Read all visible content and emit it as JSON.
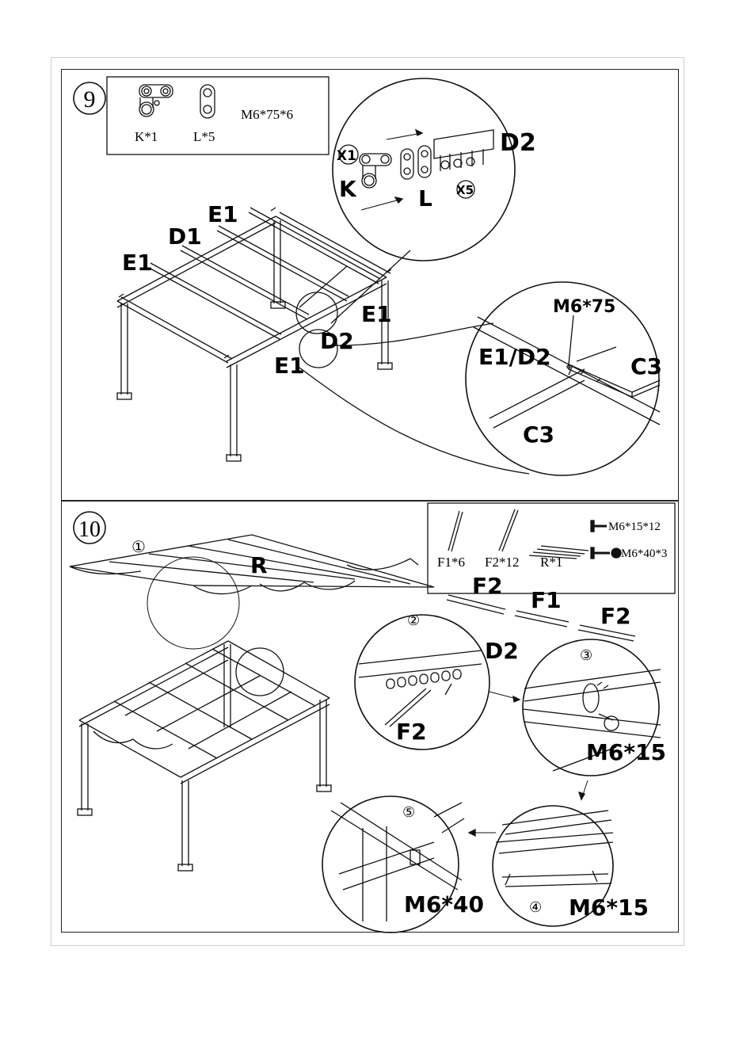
{
  "step9": {
    "number": "9",
    "parts": {
      "k": "K*1",
      "l": "L*5",
      "screw": "M6*75*6"
    },
    "detail": {
      "x1": "X1",
      "k": "K",
      "l": "L",
      "x5": "X5",
      "d2": "D2"
    },
    "frame_labels": {
      "e1_top": "E1",
      "d1": "D1",
      "e1_left": "E1",
      "e1_right": "E1",
      "d2": "D2",
      "e1_bottom": "E1"
    },
    "zoom": {
      "screw": "M6*75",
      "beam": "E1/D2",
      "c3_right": "C3",
      "c3_bottom": "C3"
    }
  },
  "step10": {
    "number": "10",
    "parts": {
      "f1": "F1*6",
      "f2": "F2*12",
      "r": "R*1",
      "screw_a": "M6*15*12",
      "screw_b": "M6*40*3"
    },
    "canopy": {
      "circle1": "①",
      "r": "R"
    },
    "poles": {
      "f2_left": "F2",
      "f1": "F1",
      "f2_right": "F2"
    },
    "detail2": {
      "circle": "②",
      "d2": "D2",
      "f2": "F2"
    },
    "detail3": {
      "circle": "③",
      "screw": "M6*15"
    },
    "detail4": {
      "circle": "④",
      "screw": "M6*15"
    },
    "detail5": {
      "circle": "⑤",
      "screw": "M6*40"
    }
  }
}
